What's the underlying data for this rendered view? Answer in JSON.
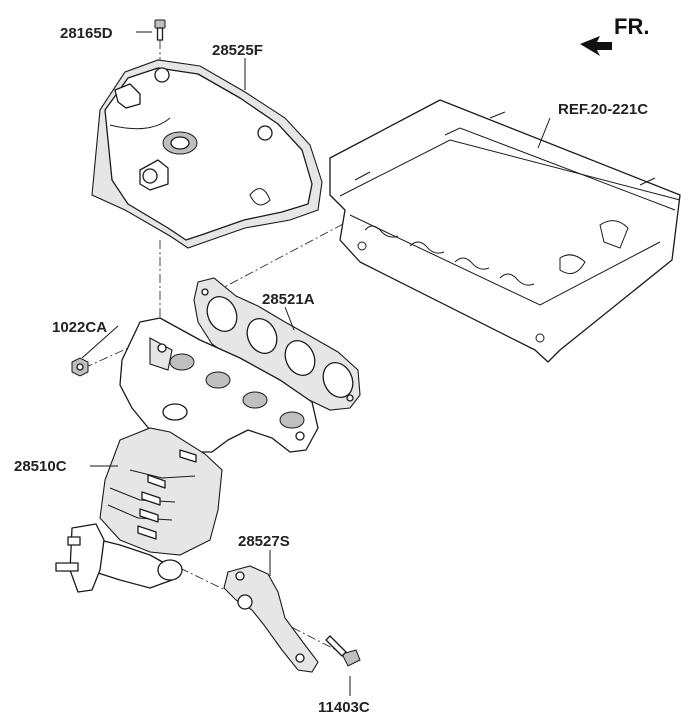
{
  "direction": {
    "label": "FR."
  },
  "parts": {
    "bolt_top": "28165D",
    "heat_shield": "28525F",
    "cylinder_head_ref": "REF.20-221C",
    "gasket": "28521A",
    "nut": "1022CA",
    "manifold_converter": "28510C",
    "bracket": "28527S",
    "bolt_bottom": "11403C"
  }
}
